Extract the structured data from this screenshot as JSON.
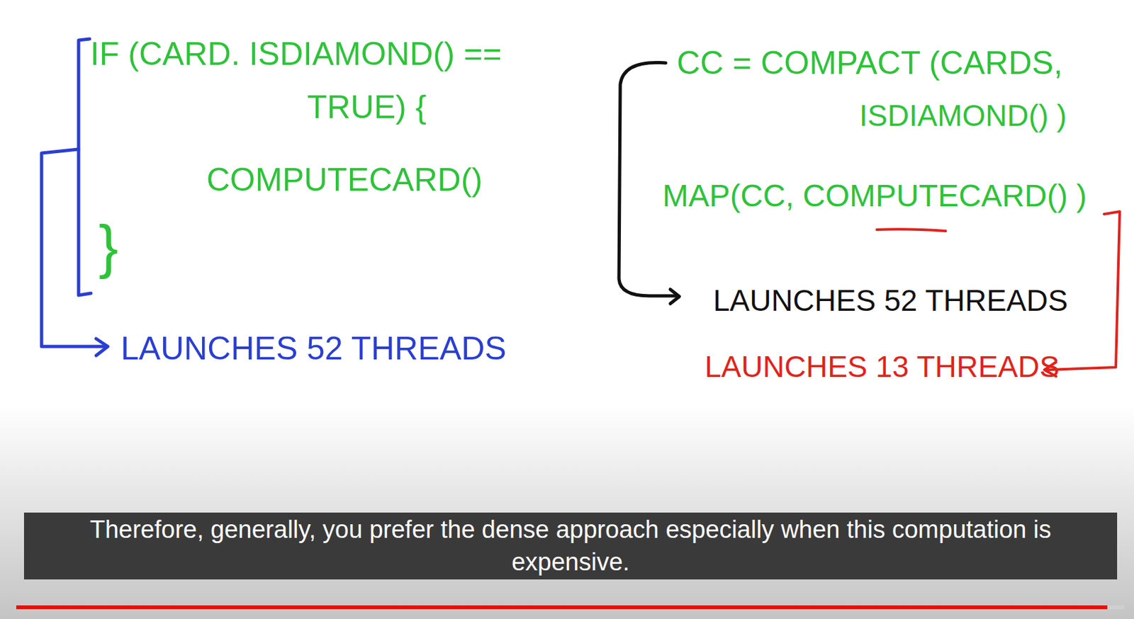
{
  "diagram": {
    "caption": "Therefore, generally, you prefer the dense approach especially when this computation is expensive.",
    "labels": [
      "IF (CARD. ISDIAMOND() ==",
      "TRUE) {",
      "COMPUTECARD()",
      "}",
      "LAUNCHES 52 THREADS",
      "CC = COMPACT (CARDS,",
      "ISDIAMOND() )",
      "MAP(CC, COMPUTECARD() )",
      "LAUNCHES 52 THREADS",
      "LAUNCHES 13 THREADS"
    ]
  }
}
